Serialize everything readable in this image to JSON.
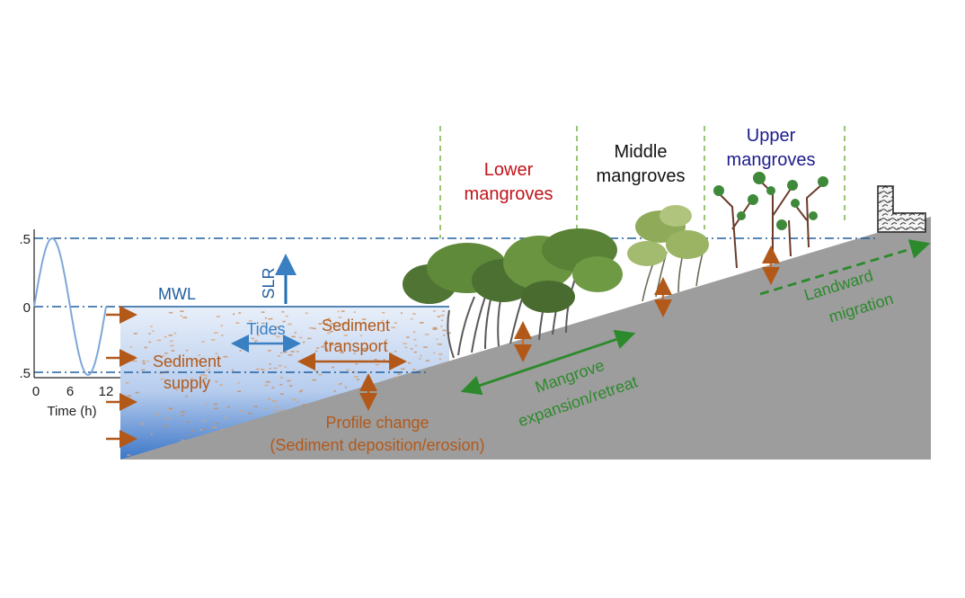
{
  "tide_plot": {
    "y_ticks": [
      ".5",
      "0",
      ".5"
    ],
    "x_ticks": [
      "0",
      "6",
      "12"
    ],
    "x_label": "Time (h)",
    "line_color": "#7fa7d6"
  },
  "labels": {
    "mwl": "MWL",
    "slr": "SLR",
    "tides": "Tides",
    "sediment_transport_1": "Sediment",
    "sediment_transport_2": "transport",
    "sediment_supply_1": "Sediment",
    "sediment_supply_2": "supply",
    "profile_change_1": "Profile change",
    "profile_change_2": "(Sediment deposition/erosion)",
    "mangrove_expansion_1": "Mangrove",
    "mangrove_expansion_2": "expansion/retreat",
    "landward_migration_1": "Landward",
    "landward_migration_2": "migration",
    "lower_mangroves_1": "Lower",
    "lower_mangroves_2": "mangroves",
    "middle_mangroves_1": "Middle",
    "middle_mangroves_2": "mangroves",
    "upper_mangroves_1": "Upper",
    "upper_mangroves_2": "mangroves"
  },
  "colors": {
    "blue_text": "#1f5e9e",
    "sediment_orange": "#b2591a",
    "process_green": "#2c8a2c",
    "lower_red": "#c0141c",
    "middle_black": "#111111",
    "upper_navy": "#1c1c8c",
    "ground_gray": "#9d9d9d",
    "water_top": "#e6eefa",
    "water_bottom": "#3f79c9",
    "zone_divider_green": "#77b347"
  }
}
